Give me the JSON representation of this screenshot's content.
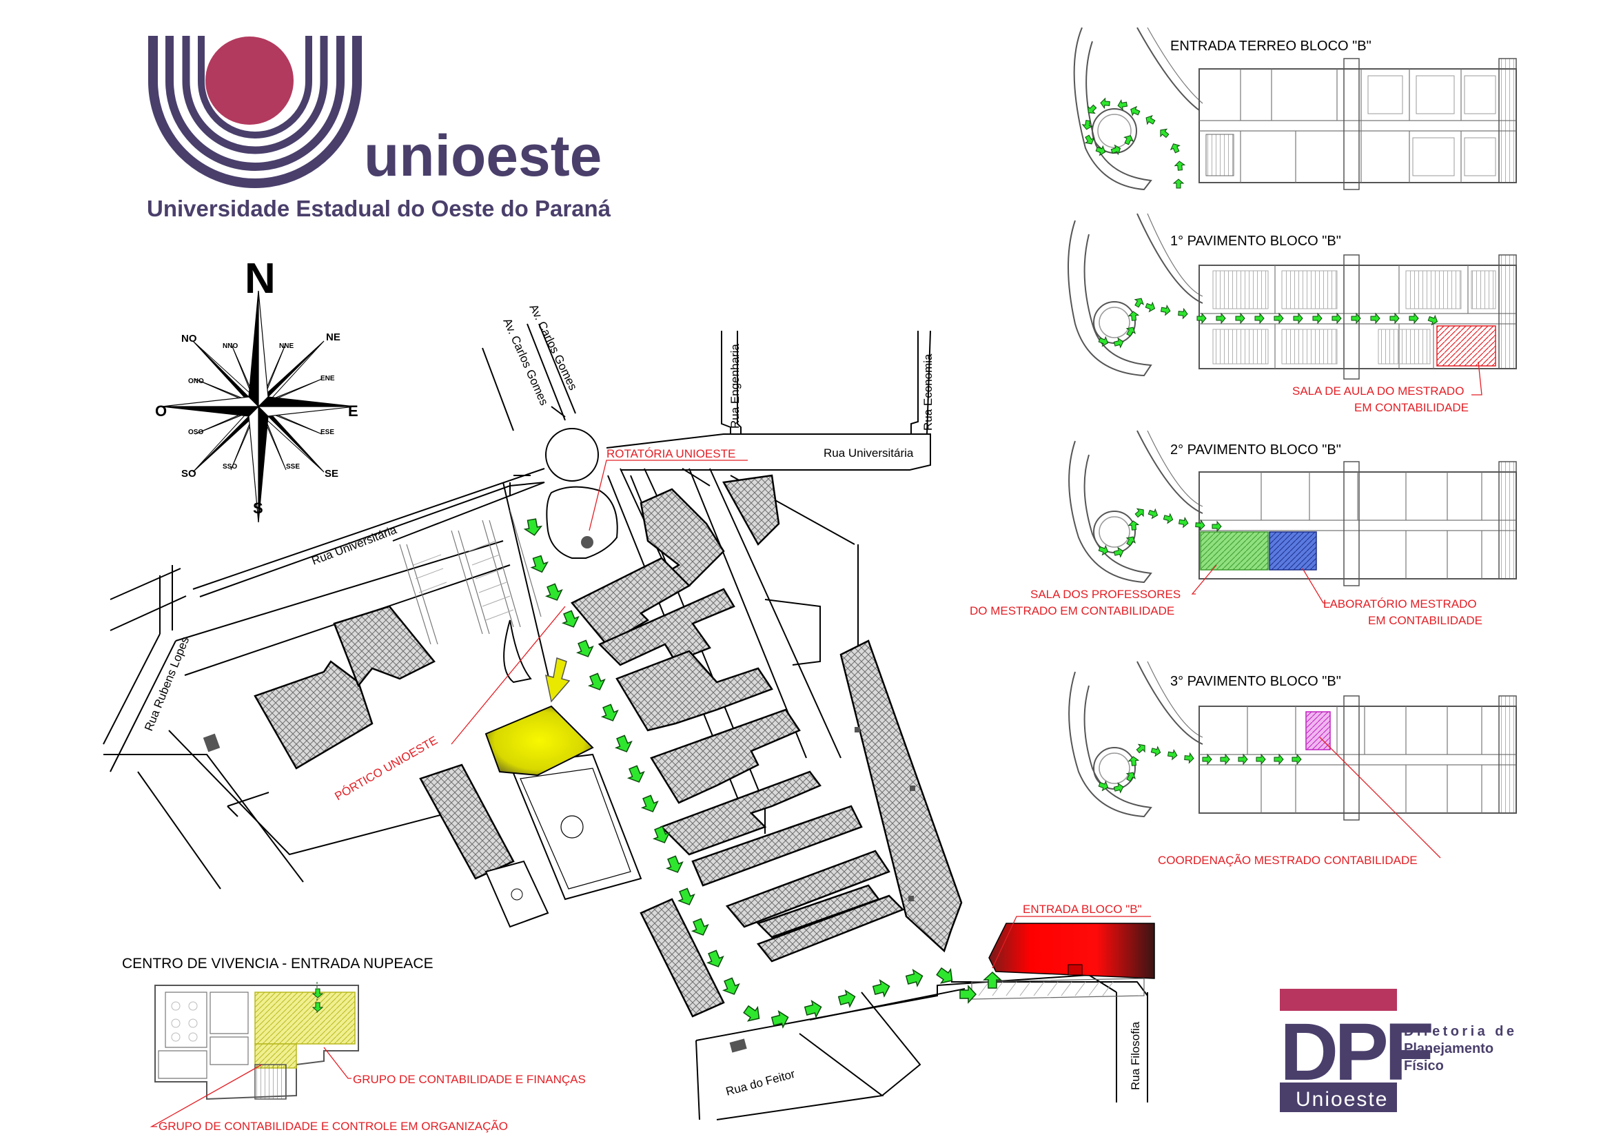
{
  "logo": {
    "wordmark": "unioeste",
    "subtitle": "Universidade Estadual do Oeste do Paraná"
  },
  "compass": {
    "labels": [
      "N",
      "NNE",
      "NE",
      "ENE",
      "E",
      "ESE",
      "SE",
      "SSE",
      "S",
      "SSO",
      "SO",
      "OSO",
      "O",
      "ONO",
      "NO",
      "NNO"
    ]
  },
  "streets": {
    "av_carlos_gomes_1": "Av. Carlos Gomes",
    "av_carlos_gomes_2": "Av. Carlos Gomes",
    "rua_engenharia": "Rua Engenharia",
    "rua_economia": "Rua Economia",
    "rua_universitaria_east": "Rua Universitária",
    "rua_universitaria_west": "Rua Universitária",
    "rua_rubens_lopes": "Rua Rubens Lopes",
    "rua_do_feitor": "Rua do Feitor",
    "rua_filosofia": "Rua Filosofia"
  },
  "annotations": {
    "rotatoria": "ROTATÓRIA UNIOESTE",
    "portico": "PÓRTICO UNIOESTE",
    "entrada_bloco_b": "ENTRADA BLOCO \"B\""
  },
  "floor_plans": [
    {
      "title": "ENTRADA TERREO BLOCO \"B\""
    },
    {
      "title": "1° PAVIMENTO BLOCO \"B\"",
      "note_lines": [
        "SALA DE AULA DO MESTRADO",
        "EM CONTABILIDADE"
      ]
    },
    {
      "title": "2° PAVIMENTO BLOCO \"B\"",
      "note_left": [
        "SALA DOS PROFESSORES",
        "DO MESTRADO EM CONTABILIDADE"
      ],
      "note_right": [
        "LABORATÓRIO MESTRADO",
        "EM CONTABILIDADE"
      ]
    },
    {
      "title": "3° PAVIMENTO BLOCO \"B\"",
      "note_lines": [
        "COORDENAÇÃO MESTRADO CONTABILIDADE"
      ]
    }
  ],
  "centro": {
    "title": "CENTRO DE VIVENCIA - ENTRADA NUPEACE",
    "note_1": "GRUPO DE CONTABILIDADE E FINANÇAS",
    "note_2": "GRUPO DE CONTABILIDADE E CONTROLE EM ORGANIZAÇÃO"
  },
  "dpf": {
    "mark": "DPF",
    "line1": "Diretoria de",
    "line2": "Planejamento",
    "line3": "Físico",
    "footer": "Unioeste"
  },
  "colors": {
    "brand_purple": "#4a3f6b",
    "brand_rose": "#b23a5e",
    "route_green": "#2ee62e",
    "portico_yellow": "#e8e800",
    "entrada_red": "#ff1010",
    "sala_professores_green": "#7ddf6a",
    "laboratorio_blue": "#3b5bd6",
    "coordenacao_magenta": "#d040d0",
    "sala_aula_red": "#e31e24",
    "centro_yellow": "#ecec6a",
    "dpf_rose": "#b8355f",
    "dpf_purple": "#4a3f6b"
  },
  "icons": [
    "compass-rose-icon",
    "route-arrow-icon",
    "roundabout-icon"
  ]
}
